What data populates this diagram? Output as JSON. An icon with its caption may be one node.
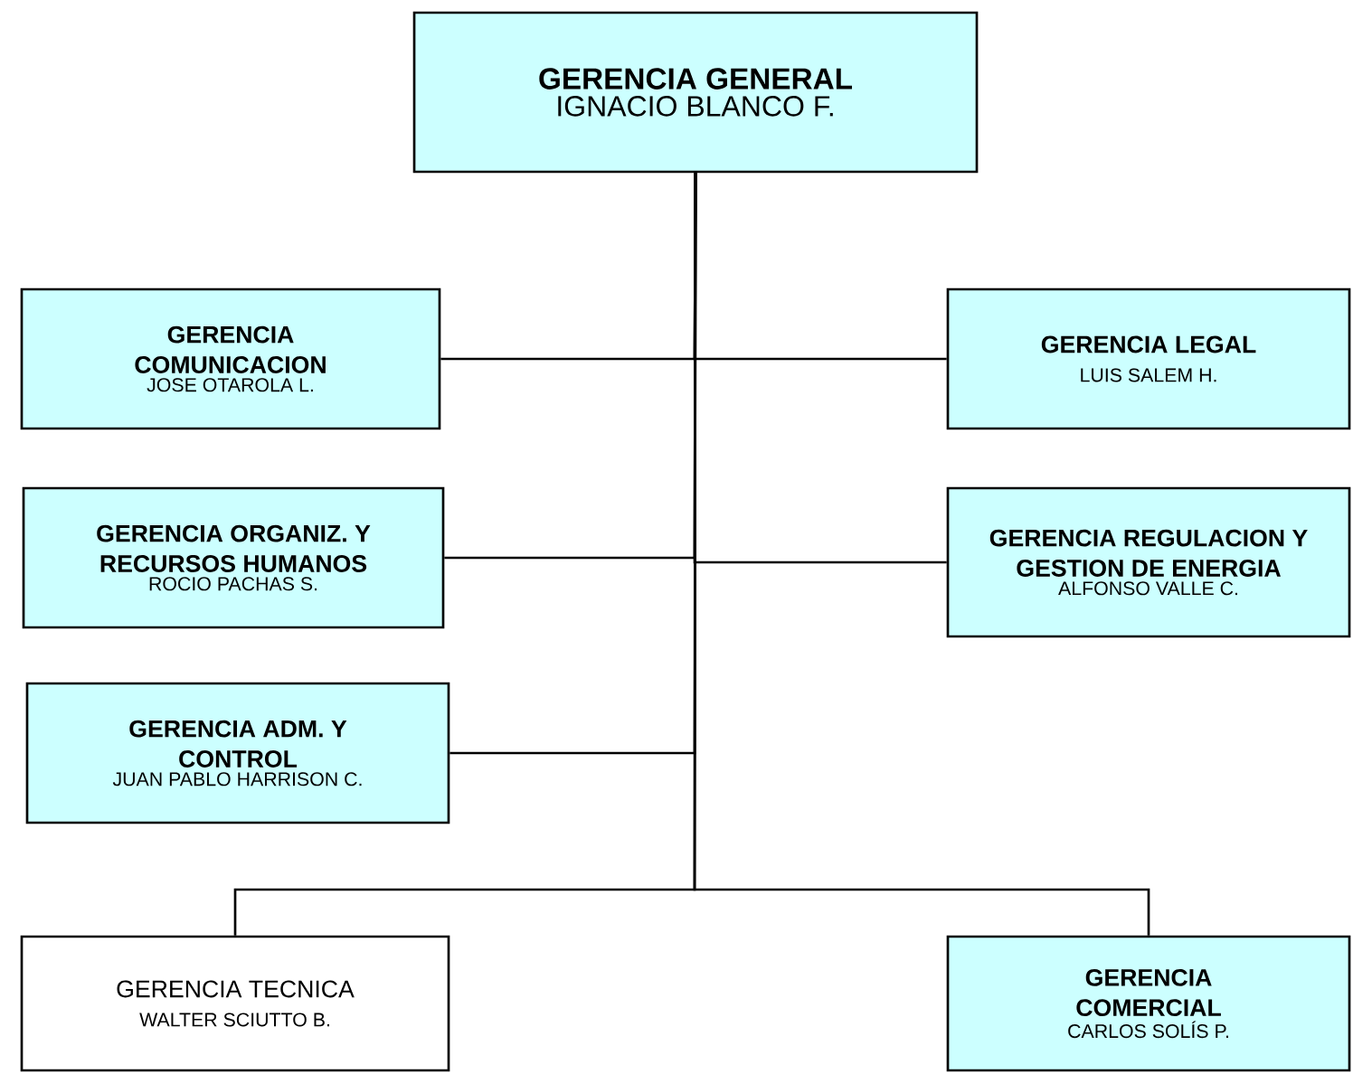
{
  "diagram": {
    "nodes": [
      {
        "text": [
          "GERENCIA GENERAL",
          "IGNACIO BLANCO F."
        ]
      },
      {
        "text": [
          "GERENCIA COMUNICACION",
          "JOSE OTAROLA L."
        ]
      },
      {
        "text": [
          "GERENCIA LEGAL",
          "LUIS SALEM H."
        ]
      },
      {
        "text": [
          "GERENCIA ORGANIZ. Y RECURSOS HUMANOS",
          "ROCIO PACHAS S."
        ]
      },
      {
        "text": [
          "GERENCIA REGULACION Y GESTION DE ENERGIA",
          "ALFONSO VALLE C."
        ]
      },
      {
        "text": [
          "GERENCIA ADM. Y CONTROL",
          "JUAN PABLO HARRISON C."
        ]
      },
      {
        "text": [
          "GERENCIA TECNICA",
          "WALTER SCIUTTO B."
        ]
      },
      {
        "text": [
          "GERENCIA COMERCIAL",
          "CARLOS SOLÍS P."
        ]
      }
    ],
    "edges": [
      {
        "from": 0,
        "to": 1,
        "arrow": "none"
      },
      {
        "from": 0,
        "to": 2,
        "arrow": "none"
      },
      {
        "from": 0,
        "to": 3,
        "arrow": "none"
      },
      {
        "from": 0,
        "to": 4,
        "arrow": "none"
      },
      {
        "from": 0,
        "to": 5,
        "arrow": "none"
      },
      {
        "from": 0,
        "to": 6,
        "arrow": "none"
      },
      {
        "from": 0,
        "to": 7,
        "arrow": "none"
      }
    ]
  }
}
